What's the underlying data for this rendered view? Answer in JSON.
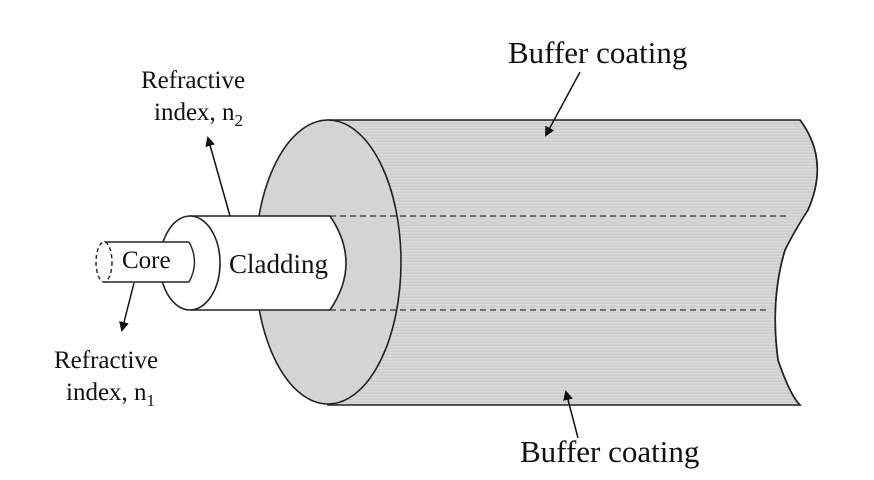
{
  "labels": {
    "buffer_top": "Buffer coating",
    "buffer_bottom": "Buffer coating",
    "cladding": "Cladding",
    "core": "Core",
    "refractive_n2_line1": "Refractive",
    "refractive_n2_line2": "index, n",
    "refractive_n2_sub": "2",
    "refractive_n1_line1": "Refractive",
    "refractive_n1_line2": "index, n",
    "refractive_n1_sub": "1"
  },
  "colors": {
    "buffer_fill": "#d8d8d8",
    "stroke": "#222222",
    "background": "#ffffff"
  }
}
